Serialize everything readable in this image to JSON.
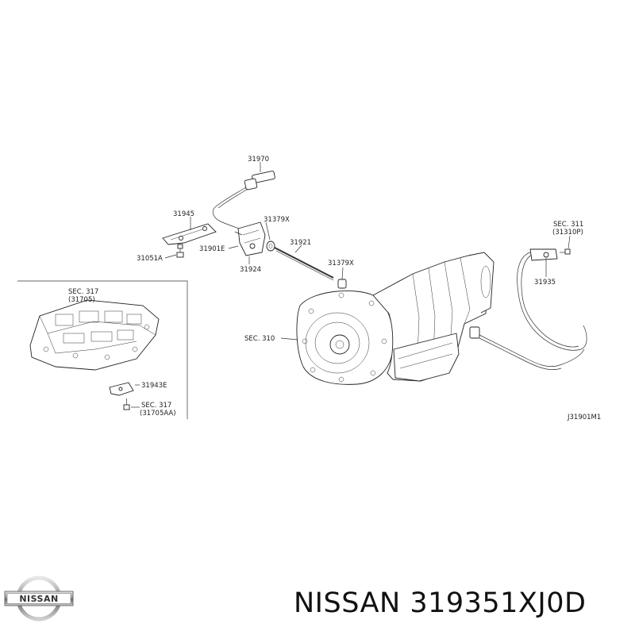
{
  "callouts": {
    "c31970": "31970",
    "c31945": "31945",
    "c31379x_a": "31379X",
    "c31921": "31921",
    "c31051a": "31051A",
    "c31901e": "31901E",
    "c31924": "31924",
    "c31379x_b": "31379X",
    "sec311": "SEC. 311",
    "sec311_ref": "(31310P)",
    "c31935": "31935",
    "sec317": "SEC. 317",
    "sec317_ref": "(31705)",
    "sec310": "SEC. 310",
    "c31943e": "31943E",
    "sec317b": "SEC. 317",
    "sec317b_ref": "(31705AA)",
    "diagram_code": "J31901M1"
  },
  "brand": {
    "logo_text": "NISSAN"
  },
  "caption": {
    "text": "NISSAN 319351XJ0D"
  }
}
